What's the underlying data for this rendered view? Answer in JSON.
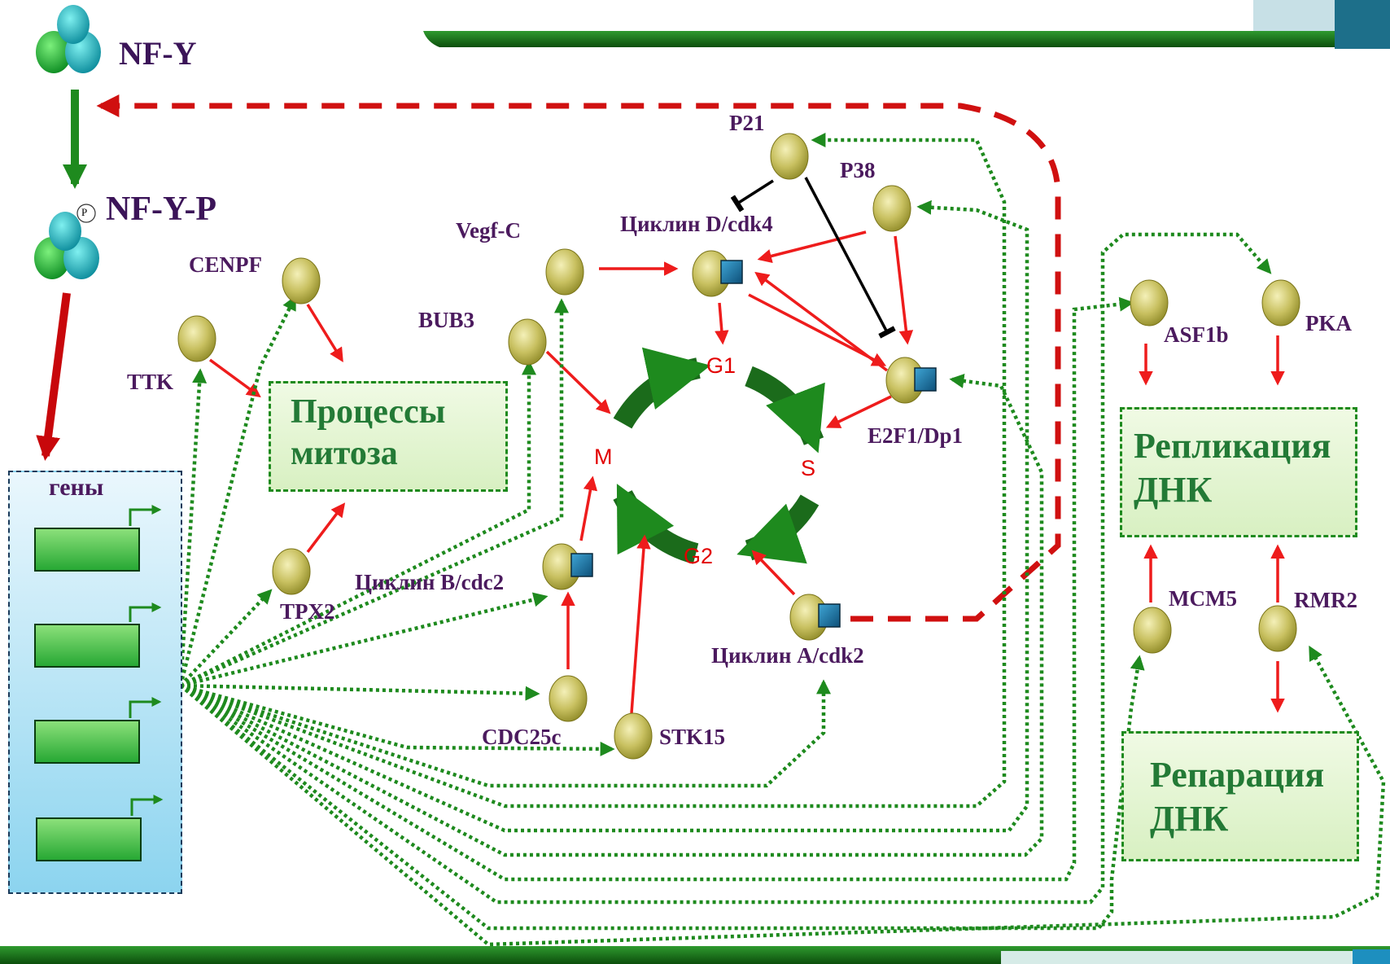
{
  "diagram": {
    "proteins": {
      "nfy": "NF-Y",
      "nfyp": "NF-Y-P",
      "phospho_mark": "P",
      "genes": "гены",
      "cenpf": "CENPF",
      "ttk": "TTK",
      "tpx2": "TPX2",
      "vegfc": "Vegf-C",
      "bub3": "BUB3",
      "cyclin_d": "Циклин D/cdk4",
      "p21": "P21",
      "p38": "P38",
      "e2f1": "E2F1/Dp1",
      "cyclin_b": "Циклин B/cdc2",
      "cyclin_a": "Циклин A/cdk2",
      "cdc25c": "CDC25c",
      "stk15": "STK15",
      "asf1b": "ASF1b",
      "pka": "PKA",
      "mcm5": "MCM5",
      "rmr2": "RMR2"
    },
    "phases": {
      "g1": "G1",
      "s": "S",
      "g2": "G2",
      "m": "M"
    },
    "processes": {
      "mitosis": [
        "Процессы",
        "митоза"
      ],
      "replication": [
        "Репликация",
        "ДНК"
      ],
      "repair": [
        "Репарация",
        "ДНК"
      ]
    },
    "colors": {
      "activation": "#ee1c1c",
      "regulation": "#1e8a1e",
      "nfy_feedback": "#d01010",
      "inhibition": "#000000",
      "cycle": "#1b6b1b",
      "node": "#c8c060",
      "label": "#4b1a5e"
    }
  }
}
